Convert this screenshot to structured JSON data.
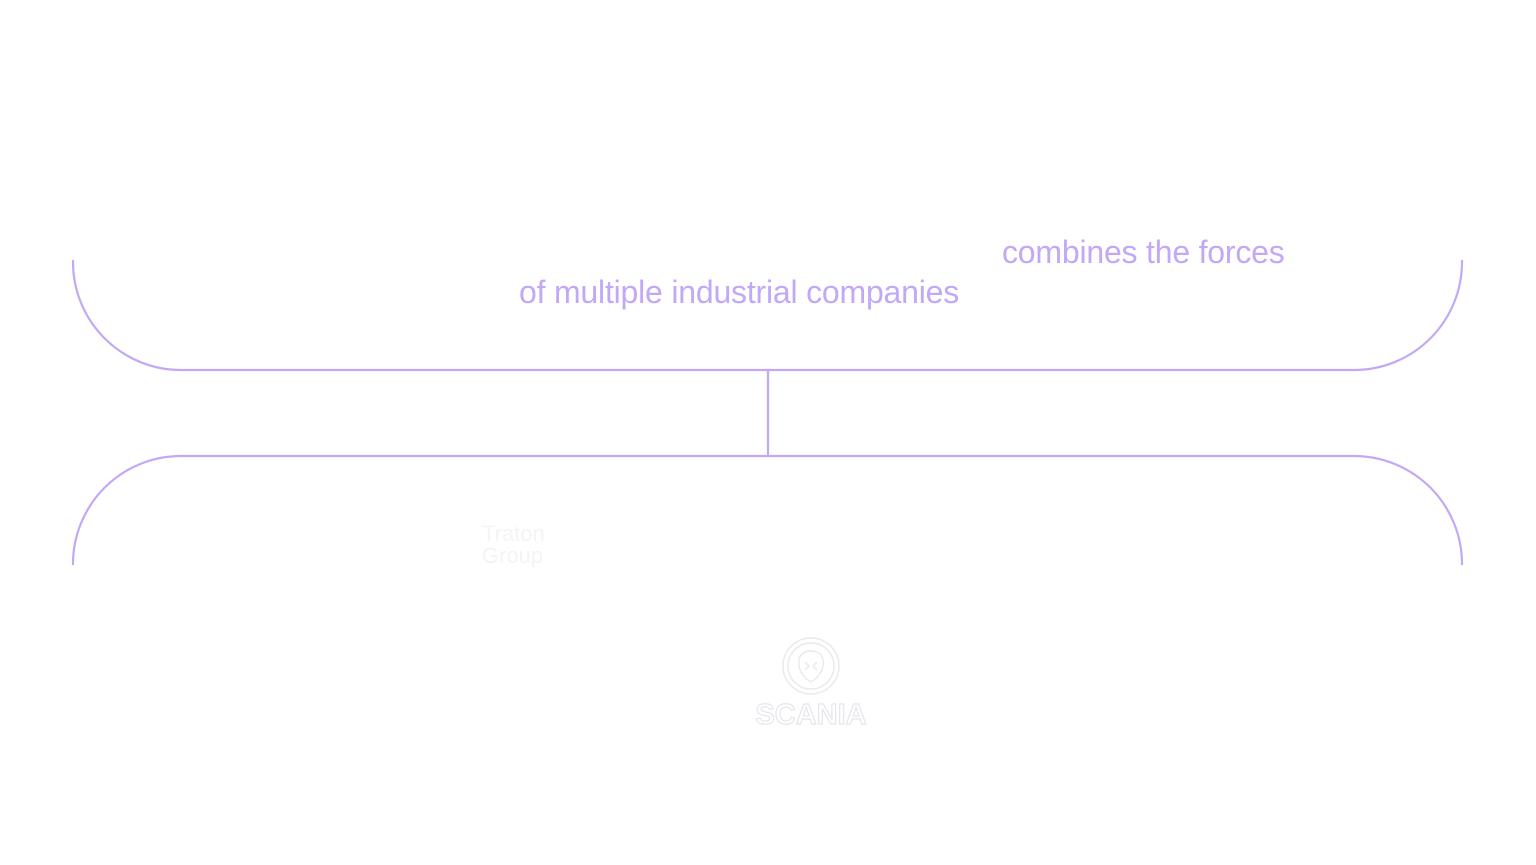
{
  "headline": {
    "line1": "combines the forces",
    "line2": "of multiple industrial companies"
  },
  "group": {
    "line1": "Traton",
    "line2": "Group"
  },
  "logo": {
    "wordmark": "SCANIA",
    "icon": "scania-griffin-icon"
  },
  "colors": {
    "accent": "#c2a8f7",
    "faint": "#f2f2f4",
    "background": "#ffffff"
  }
}
